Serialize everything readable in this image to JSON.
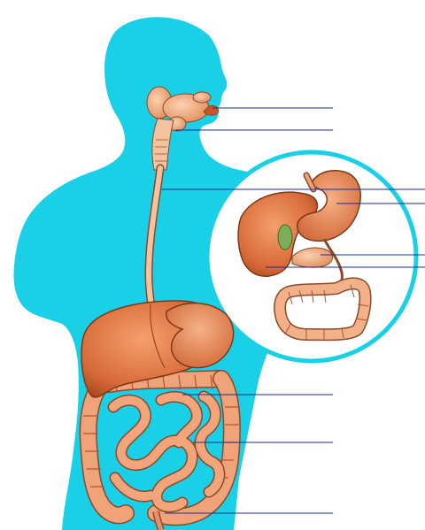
{
  "colors": {
    "background": "#ffffff",
    "silhouette": "#1ad0e6",
    "organ": "#e07a4a",
    "organ_dark": "#b5522a",
    "organ_light": "#f2a477",
    "tract": "#efb28a",
    "outline": "#7a3a1a",
    "leader_line": "#1a2f8c",
    "inset_fill": "#ffffff",
    "inset_stroke": "#1ad0e6"
  },
  "diagram": {
    "figure": "human-torso-silhouette",
    "inset": "stomach-liver-pancreas-detail",
    "label_count": 9
  }
}
